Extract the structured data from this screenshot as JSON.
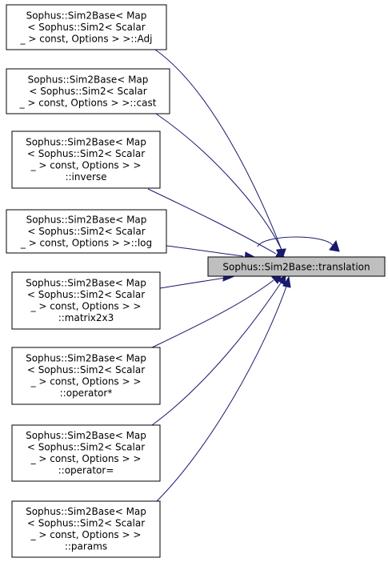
{
  "target": {
    "label": "Sophus::Sim2Base::translation"
  },
  "callers": [
    {
      "lines": [
        "Sophus::Sim2Base< Map",
        "< Sophus::Sim2< Scalar",
        "_ > const, Options > >::Adj"
      ]
    },
    {
      "lines": [
        "Sophus::Sim2Base< Map",
        "< Sophus::Sim2< Scalar",
        "_ > const, Options > >::cast"
      ]
    },
    {
      "lines": [
        "Sophus::Sim2Base< Map",
        "< Sophus::Sim2< Scalar",
        "_ > const, Options > >",
        "::inverse"
      ]
    },
    {
      "lines": [
        "Sophus::Sim2Base< Map",
        "< Sophus::Sim2< Scalar",
        "_ > const, Options > >::log"
      ]
    },
    {
      "lines": [
        "Sophus::Sim2Base< Map",
        "< Sophus::Sim2< Scalar",
        "_ > const, Options > >",
        "::matrix2x3"
      ]
    },
    {
      "lines": [
        "Sophus::Sim2Base< Map",
        "< Sophus::Sim2< Scalar",
        "_ > const, Options > >",
        "::operator*"
      ]
    },
    {
      "lines": [
        "Sophus::Sim2Base< Map",
        "< Sophus::Sim2< Scalar",
        "_ > const, Options > >",
        "::operator="
      ]
    },
    {
      "lines": [
        "Sophus::Sim2Base< Map",
        "< Sophus::Sim2< Scalar",
        "_ > const, Options > >",
        "::params"
      ]
    }
  ],
  "colors": {
    "edge": "#191970",
    "target_fill": "#bfbfbf",
    "node_fill": "#ffffff",
    "border": "#000000"
  }
}
